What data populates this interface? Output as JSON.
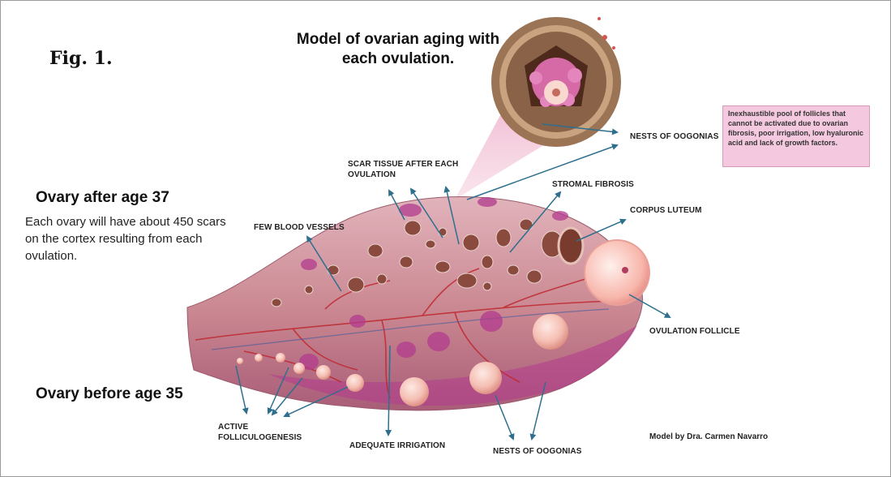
{
  "figure": {
    "label": "Fig. 1.",
    "title": "Model of ovarian aging with each ovulation.",
    "credit": "Model by Dra. Carmen Navarro"
  },
  "sections": {
    "after": {
      "heading": "Ovary after age 37",
      "description": "Each ovary will have about 450 scars on the cortex resulting from each ovulation."
    },
    "before": {
      "heading": "Ovary before age 35"
    }
  },
  "labels": {
    "scar_tissue": "SCAR TISSUE AFTER EACH OVULATION",
    "few_blood_vessels": "FEW BLOOD VESSELS",
    "stromal_fibrosis": "STROMAL FIBROSIS",
    "corpus_luteum": "CORPUS LUTEUM",
    "nests_top": "NESTS OF OOGONIAS",
    "ovulation_follicle": "OVULATION FOLLICLE",
    "active_folliculogenesis": "ACTIVE FOLLICULOGENESIS",
    "adequate_irrigation": "ADEQUATE IRRIGATION",
    "nests_bottom": "NESTS OF OOGONIAS"
  },
  "callout": {
    "text": "Inexhaustible pool of follicles that cannot be activated due to ovarian fibrosis, poor irrigation, low hyaluronic acid and lack of growth factors."
  },
  "colors": {
    "arrow": "#2e6f8e",
    "tissue": "#d79aa6",
    "magenta": "#b23b8e",
    "vessel": "#c0282f",
    "callout_bg": "#f4c9df"
  }
}
